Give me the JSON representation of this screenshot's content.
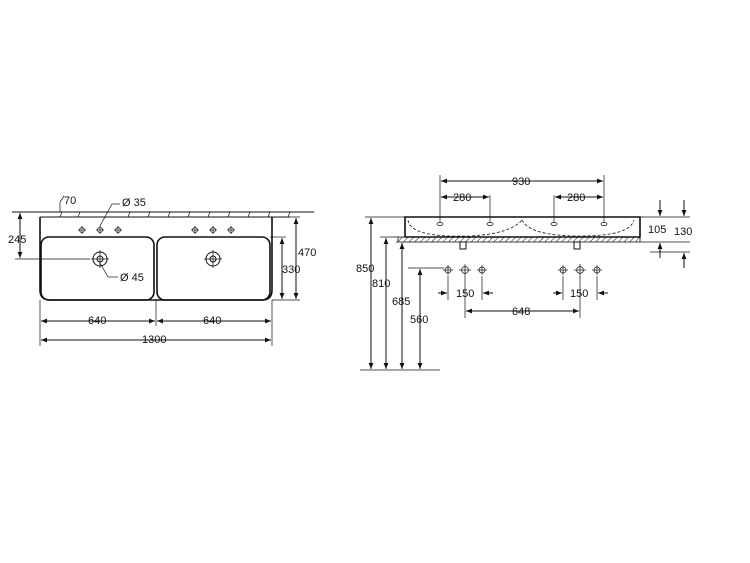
{
  "plan_view": {
    "dims": {
      "tap_offset": "70",
      "tap_hole_dia": "Ø 35",
      "waste_dia": "Ø 45",
      "depth_to_waste": "245",
      "bowl_depth": "330",
      "overall_depth": "470",
      "bowl_width_left": "640",
      "bowl_width_right": "640",
      "overall_width": "1300"
    }
  },
  "side_view": {
    "dims": {
      "tap_span_total": "930",
      "tap_spacing_left": "280",
      "tap_spacing_right": "280",
      "height_105": "105",
      "height_130": "130",
      "height_850": "850",
      "height_810": "810",
      "height_685": "685",
      "height_560": "560",
      "pipe_spacing_left": "150",
      "pipe_spacing_right": "150",
      "pipe_centres": "648"
    }
  }
}
